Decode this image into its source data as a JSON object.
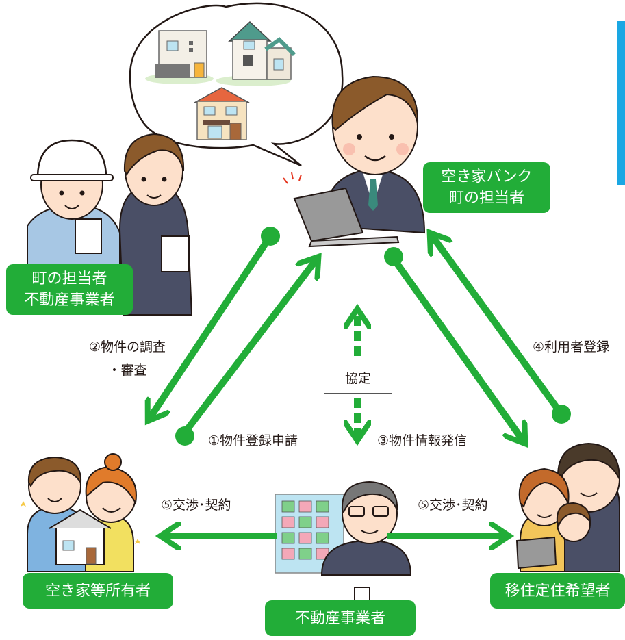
{
  "colors": {
    "accent_green": "#22ad38",
    "side_bar_blue": "#1aa7e3",
    "text": "#231815"
  },
  "roles": {
    "bank_staff": "空き家バンク\n町の担当者",
    "survey_team": "町の担当者\n不動産事業者",
    "owner": "空き家等所有者",
    "migrant": "移住定住希望者",
    "realtor": "不動産事業者"
  },
  "steps": {
    "s1": "①物件登録申請",
    "s2": "②物件の調査\n・審査",
    "s3": "③物件情報発信",
    "s4": "④利用者登録",
    "s5_left": "⑤交渉･契約",
    "s5_right": "⑤交渉･契約"
  },
  "agreement": "協定",
  "icons": [
    "speech-bubble-icon",
    "house-icon",
    "bank-staff-illustration",
    "survey-team-illustration",
    "owner-family-illustration",
    "migrant-family-illustration",
    "realtor-illustration"
  ]
}
